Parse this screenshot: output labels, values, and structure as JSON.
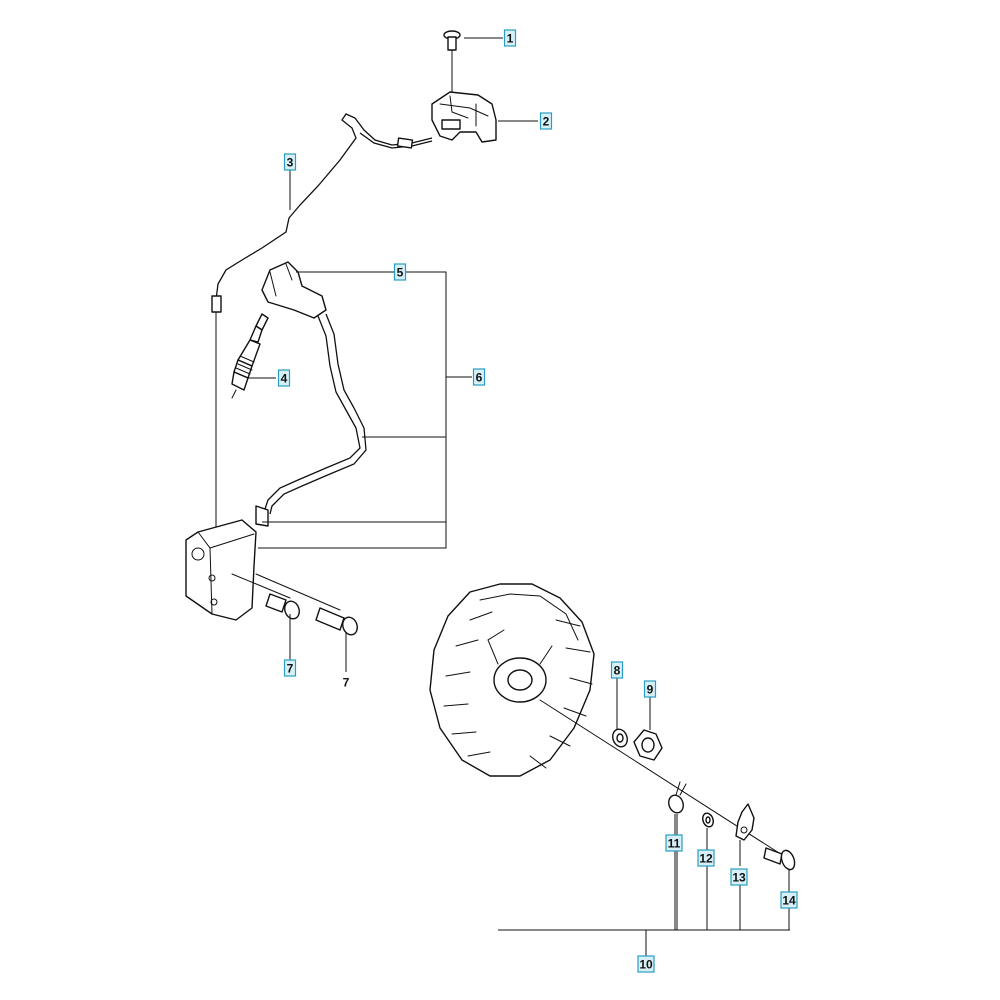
{
  "callouts": [
    {
      "id": "c1",
      "label": "1",
      "boxed": true
    },
    {
      "id": "c2",
      "label": "2",
      "boxed": true
    },
    {
      "id": "c3",
      "label": "3",
      "boxed": true
    },
    {
      "id": "c4",
      "label": "4",
      "boxed": true
    },
    {
      "id": "c5",
      "label": "5",
      "boxed": true
    },
    {
      "id": "c6",
      "label": "6",
      "boxed": true
    },
    {
      "id": "c7a",
      "label": "7",
      "boxed": true
    },
    {
      "id": "c7b",
      "label": "7",
      "boxed": false
    },
    {
      "id": "c8",
      "label": "8",
      "boxed": true
    },
    {
      "id": "c9",
      "label": "9",
      "boxed": true
    },
    {
      "id": "c10",
      "label": "10",
      "boxed": true
    },
    {
      "id": "c11",
      "label": "11",
      "boxed": true
    },
    {
      "id": "c12",
      "label": "12",
      "boxed": true
    },
    {
      "id": "c13",
      "label": "13",
      "boxed": true
    },
    {
      "id": "c14",
      "label": "14",
      "boxed": true
    }
  ],
  "colors": {
    "callout_fill": "#d7f0f7",
    "callout_border": "#2a9cc2",
    "line": "#111111"
  }
}
